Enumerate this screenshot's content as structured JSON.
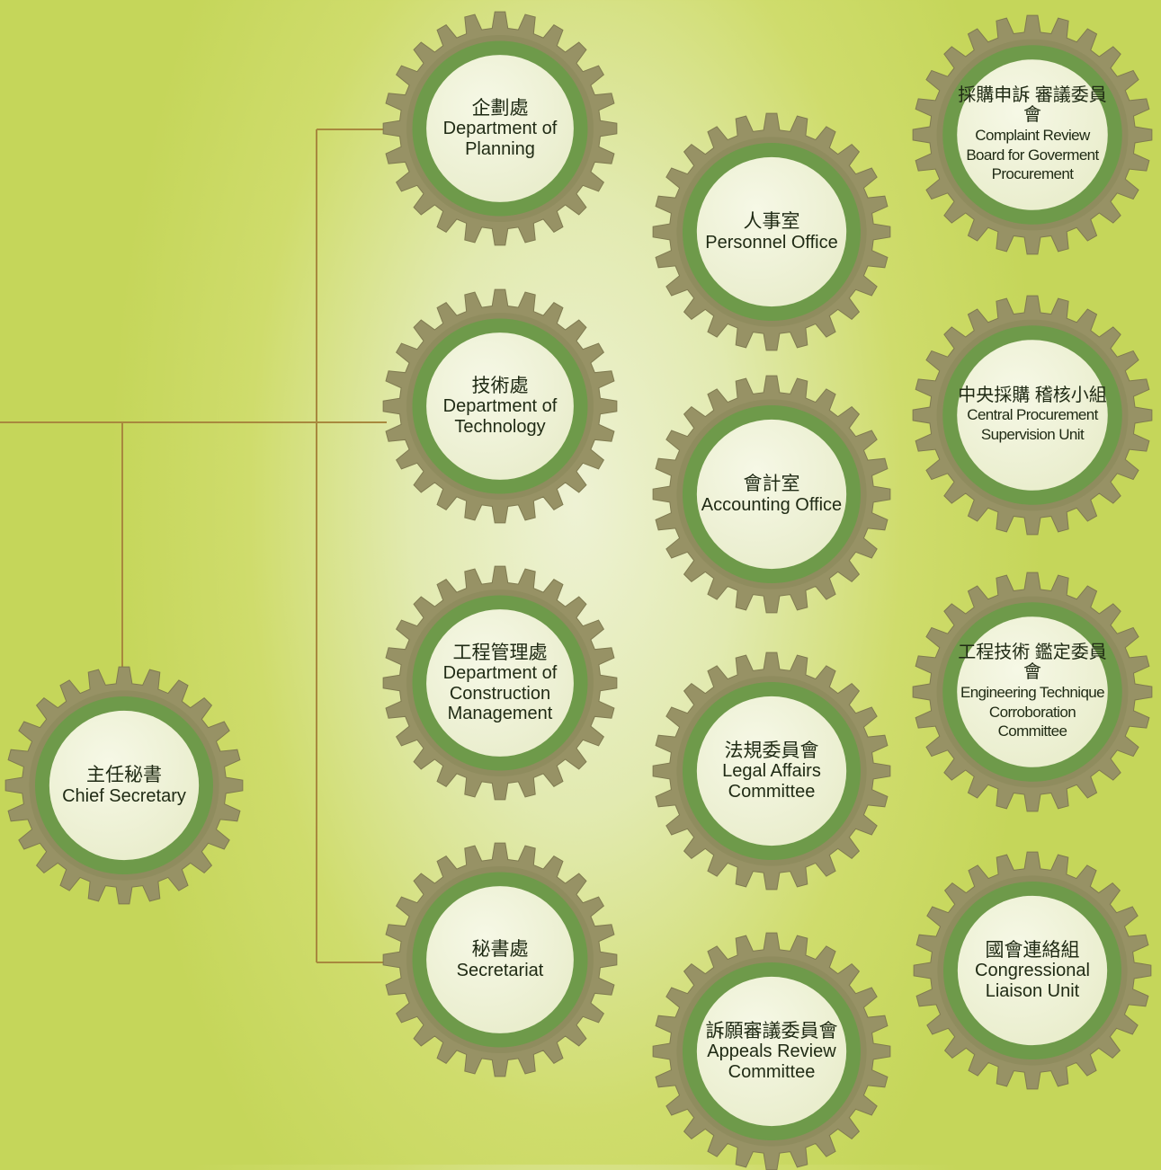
{
  "colors": {
    "connector": "#a8883e",
    "gear_teeth": "#979265",
    "gear_ring": "#6e9a4a",
    "gear_face": "#e9edcc"
  },
  "chief": {
    "zh": "主任秘書",
    "en": "Chief Secretary"
  },
  "departments": [
    {
      "zh": "企劃處",
      "en": "Department of Planning"
    },
    {
      "zh": "技術處",
      "en": "Department of Technology"
    },
    {
      "zh": "工程管理處",
      "en": "Department of Construction Management"
    },
    {
      "zh": "秘書處",
      "en": "Secretariat"
    }
  ],
  "offices": [
    {
      "zh": "人事室",
      "en": "Personnel Office"
    },
    {
      "zh": "會計室",
      "en": "Accounting Office"
    },
    {
      "zh": "法規委員會",
      "en": "Legal Affairs Committee"
    },
    {
      "zh": "訴願審議委員會",
      "en": "Appeals Review Committee"
    }
  ],
  "units": [
    {
      "zh": "採購申訴 審議委員會",
      "en": "Complaint Review Board for Goverment Procurement"
    },
    {
      "zh": "中央採購 稽核小組",
      "en": "Central Procurement Supervision Unit"
    },
    {
      "zh": "工程技術 鑑定委員會",
      "en": "Engineering Technique Corroboration Committee"
    },
    {
      "zh": "國會連絡組",
      "en": "Congressional Liaison Unit"
    }
  ]
}
